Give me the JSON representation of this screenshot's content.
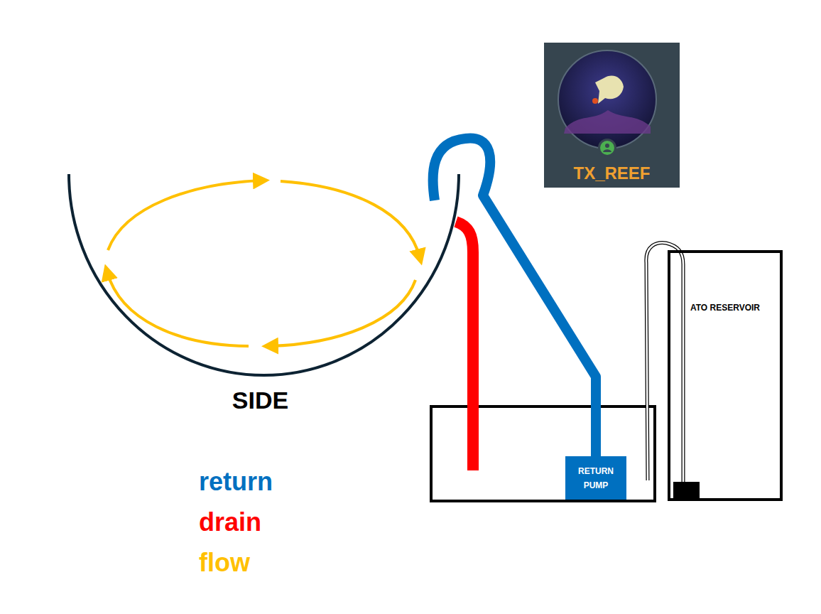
{
  "diagram": {
    "nodes": [
      {
        "text": [
          "SIDE"
        ]
      },
      {
        "text": [
          "TX_REEF"
        ]
      },
      {
        "text": [
          "RETURN PUMP"
        ]
      },
      {
        "text": [
          "ATO RESERVOIR"
        ]
      }
    ],
    "edges": [
      {
        "from": 2,
        "to": 0,
        "arrow": "none"
      }
    ],
    "legend": [
      {
        "text": "return",
        "color": "#0070c0"
      },
      {
        "text": "drain",
        "color": "#ff0000"
      },
      {
        "text": "flow",
        "color": "#ffc000"
      }
    ]
  }
}
